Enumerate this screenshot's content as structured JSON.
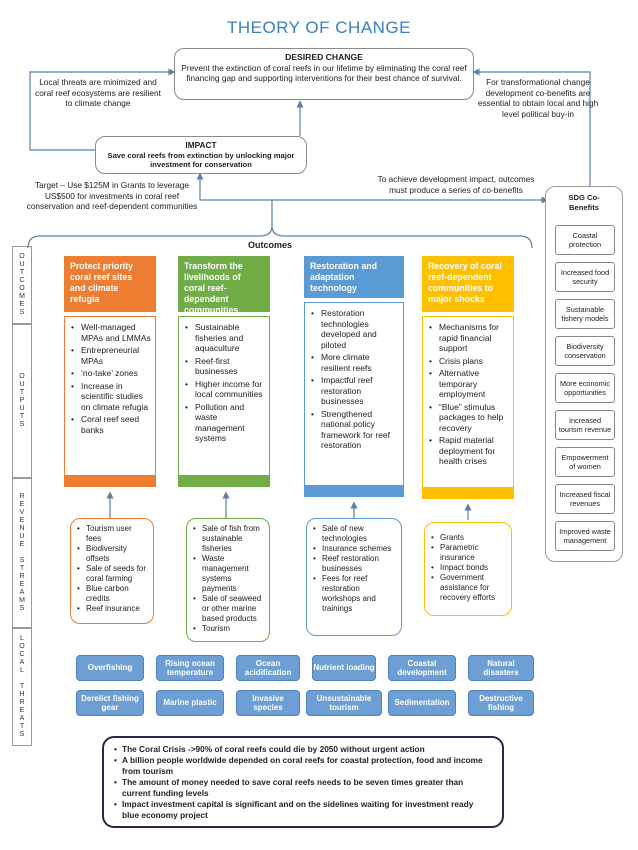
{
  "title": "THEORY OF CHANGE",
  "desired_change": {
    "heading": "DESIRED CHANGE",
    "text": "Prevent the extinction of coral reefs in our lifetime by eliminating the coral reef financing gap and supporting interventions for their best chance of survival."
  },
  "left_note": "Local threats are minimized and coral reef ecosystems are resilient to climate change",
  "right_note": "For transformational change development co-benefits are essential to obtain local and high level political buy-in",
  "impact": {
    "heading": "IMPACT",
    "text": "Save coral reefs from extinction by unlocking major investment for conservation"
  },
  "target_note": "Target – Use $125M  in Grants to leverage US$500  for investments in coral reef conservation and reef-dependent communities",
  "cobenefit_note": "To achieve development impact, outcomes must produce a series of co-benefits",
  "outcomes_label": "Outcomes",
  "side_labels": {
    "outcomes": "O\nU\nT\nC\nO\nM\nE\nS",
    "outputs": "O\nU\nT\nP\nU\nT\nS",
    "revenue": "R\nE\nV\nE\nN\nU\nE\n\nS\nT\nR\nE\nA\nM\nS",
    "threats": "L\nO\nC\nA\nL\n\nT\nH\nR\nE\nA\nT\nS"
  },
  "columns": [
    {
      "title": "Protect priority coral reef sites and climate refugia",
      "color": "#ed7d31",
      "outputs": [
        "Well-managed MPAs and LMMAs",
        "Entrepreneurial MPAs",
        "‘no-take’ zones",
        "Increase in scientific studies on climate refugia",
        "Coral reef seed banks"
      ],
      "revenue": [
        "Tourism user fees",
        "Biodiversity offsets",
        "Sale of seeds for coral farming",
        "Blue carbon credits",
        "Reef insurance"
      ]
    },
    {
      "title": "Transform the livelihoods of coral reef-dependent communities",
      "color": "#70ad47",
      "outputs": [
        "Sustainable fisheries and aquaculture",
        "Reef-first businesses",
        "Higher income for local communities",
        "Pollution and waste management systems"
      ],
      "revenue": [
        "Sale of fish from sustainable fisheries",
        "Waste management systems payments",
        "Sale of seaweed or other marine based products",
        "Tourism"
      ]
    },
    {
      "title": "Restoration and adaptation technology",
      "color": "#5b9bd5",
      "outputs": [
        "Restoration technologies developed and piloted",
        "More climate resilient reefs",
        "Impactful reef restoration businesses",
        "Strengthened national policy framework for reef restoration"
      ],
      "revenue": [
        "Sale of new technologies",
        "Insurance schemes",
        "Reef restoration businesses",
        "Fees for reef restoration workshops and trainings"
      ]
    },
    {
      "title": "Recovery of coral reef-dependent communities to major shocks",
      "color": "#ffc000",
      "outputs": [
        "Mechanisms for rapid financial support",
        "Crisis plans",
        "Alternative temporary employment",
        "“Blue” stimulus packages to help recovery",
        "Rapid material deployment for health crises"
      ],
      "revenue": [
        "Grants",
        "Parametric insurance",
        "Impact bonds",
        "Government assistance for recovery efforts"
      ]
    }
  ],
  "threats": [
    "Overfishing",
    "Rising ocean temperature",
    "Ocean acidification",
    "Nutrient loading",
    "Coastal development",
    "Natural disasters",
    "Derelict fishing gear",
    "Marine plastic",
    "Invasive species",
    "Unsustainable tourism",
    "Sedimentation",
    "Destructive fishing"
  ],
  "sdg": {
    "heading": "SDG Co-Benefits",
    "items": [
      "Coastal protection",
      "Increased food security",
      "Sustainable fishery models",
      "Biodiversity conservation",
      "More economic opportunities",
      "Increased tourism revenue",
      "Empowerment of women",
      "Increased fiscal revenues",
      "Improved waste management"
    ]
  },
  "facts": [
    "The Coral Crisis ->90% of coral reefs could die by 2050 without urgent action",
    "A billion people worldwide depended on coral reefs for coastal protection, food and income from tourism",
    "The amount of money needed to save coral reefs needs to be seven times greater than current funding levels",
    "Impact investment capital is significant and on the sidelines waiting for investment ready blue economy project"
  ],
  "colors": {
    "title": "#3a7fc1",
    "threat": "#6d9fd4",
    "facts_border": "#1f2a4a"
  }
}
